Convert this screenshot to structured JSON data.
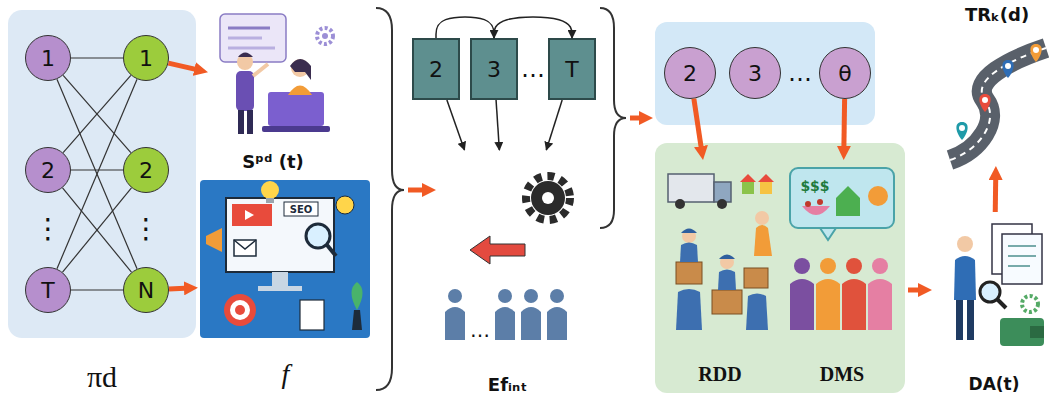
{
  "diagram": {
    "nodes": [
      {
        "text": [
          "πd"
        ]
      },
      {
        "text": [
          "1"
        ],
        "in": 0
      },
      {
        "text": [
          "2"
        ],
        "in": 0
      },
      {
        "text": [
          "T"
        ],
        "in": 0
      },
      {
        "text": [
          "1"
        ],
        "in": 0
      },
      {
        "text": [
          "2"
        ],
        "in": 0
      },
      {
        "text": [
          "N"
        ],
        "in": 0
      },
      {
        "text": [
          "Sᵖᵈ (t)"
        ]
      },
      {
        "text": [
          "f"
        ]
      },
      {
        "text": [
          "2"
        ]
      },
      {
        "text": [
          "3"
        ]
      },
      {
        "text": [
          "T"
        ]
      },
      {
        "text": [
          "Efᵢₙₜ"
        ]
      },
      {
        "text": [
          "2"
        ]
      },
      {
        "text": [
          "3"
        ]
      },
      {
        "text": [
          "θ"
        ]
      },
      {
        "text": [
          "RDD"
        ]
      },
      {
        "text": [
          "DMS"
        ]
      },
      {
        "text": [
          "DA(t)"
        ]
      },
      {
        "text": [
          "TRₖ(d)"
        ]
      }
    ],
    "edges": [
      {
        "from": 1,
        "to": 4,
        "arrow": "none"
      },
      {
        "from": 1,
        "to": 5,
        "arrow": "none"
      },
      {
        "from": 1,
        "to": 6,
        "arrow": "none"
      },
      {
        "from": 2,
        "to": 4,
        "arrow": "none"
      },
      {
        "from": 2,
        "to": 5,
        "arrow": "none"
      },
      {
        "from": 2,
        "to": 6,
        "arrow": "none"
      },
      {
        "from": 3,
        "to": 4,
        "arrow": "none"
      },
      {
        "from": 3,
        "to": 5,
        "arrow": "none"
      },
      {
        "from": 3,
        "to": 6,
        "arrow": "none"
      },
      {
        "from": 4,
        "to": 7,
        "arrow": "to"
      },
      {
        "from": 6,
        "to": 8,
        "arrow": "to"
      },
      {
        "from": 9,
        "to": 10,
        "arrow": "to"
      },
      {
        "from": 10,
        "to": 11,
        "arrow": "to"
      },
      {
        "from": 9,
        "to": 12,
        "arrow": "to"
      },
      {
        "from": 10,
        "to": 12,
        "arrow": "to"
      },
      {
        "from": 11,
        "to": 12,
        "arrow": "to"
      },
      {
        "from": 13,
        "to": 16,
        "arrow": "to"
      },
      {
        "from": 15,
        "to": 17,
        "arrow": "to"
      },
      {
        "from": 18,
        "to": 19,
        "arrow": "to"
      }
    ],
    "labels": [
      "⋮",
      "⋮",
      "…",
      "…",
      "…",
      "SEO",
      "$$$"
    ]
  }
}
